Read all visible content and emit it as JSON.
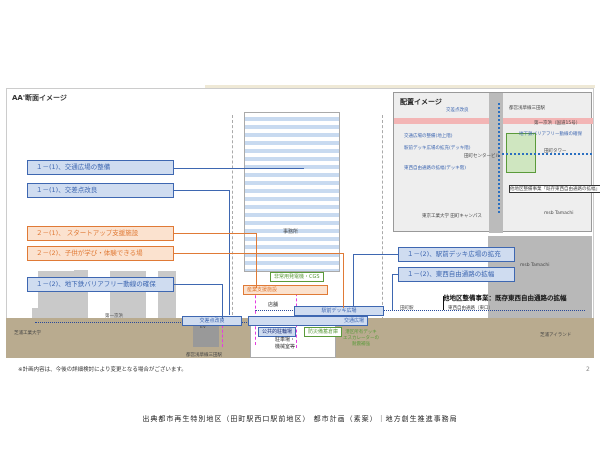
{
  "section_title": "AA'断面イメージ",
  "left_labels": [
    {
      "text": "１－(1)、交通広場の整備",
      "kind": "blue"
    },
    {
      "text": "１－(1)、交差点改良",
      "kind": "blue"
    },
    {
      "text": "２－(1)、 スタートアップ支援施設",
      "kind": "orange"
    },
    {
      "text": "２－(2)、子供が学び・体験できる場",
      "kind": "orange"
    },
    {
      "text": "１－(2)、地下鉄バリアフリー動線の確保",
      "kind": "blue"
    }
  ],
  "right_labels": [
    {
      "text": "１－(2)、駅前デッキ広場の拡充"
    },
    {
      "text": "１－(2)、東西自由通路の拡幅"
    }
  ],
  "other_project": "他地区整備事業：既存東西自由通路の拡幅",
  "diagram_tags": {
    "office": "事務所",
    "cgs": "非常用発電機・CGS",
    "industry": "産業支援施設",
    "shop": "店舗",
    "deck": "駅前デッキ広場",
    "traffic": "交通広場",
    "intersection": "交差点改良",
    "bike": "公共的駐輪場",
    "storage": "防災備蓄倉庫",
    "parking": "駐車場・\n機械室等",
    "escalator": "港区所有デッキ\nエスカレーターの\n耐震補強",
    "ev": "EV",
    "station": "田町駅",
    "passage": "東西自由通路（東口）",
    "msb": "msb Tamachi",
    "left_street": "第一京浜",
    "subway": "都営浅草線三田駅",
    "tokyo_u": "芝浦工業大学",
    "right_end": "芝浦アイランド"
  },
  "inset": {
    "title": "配置イメージ",
    "labels": [
      "交差点改良",
      "交通広場の整備(地上階)",
      "駅前デッキ広場の拡充(デッキ階)",
      "東西自由通路の拡幅(デッキ階)",
      "地下鉄バリアフリー動線の確保",
      "都営浅草線三田駅",
      "第一京浜（国道15号）",
      "田町タワー",
      "田町センタービル",
      "他地区整備事業「既存東西自由通路の拡幅」",
      "東京工業大学 田町キャンパス",
      "msb Tamachi"
    ]
  },
  "note": "※計画内容は、今後の詳細検討により変更となる場合がございます。",
  "page_number": "2",
  "footer": "出典都市再生特別地区（田町駅西口駅前地区） 都市計画（素案）｜地方創生推進事務局",
  "colors": {
    "blue": "#3e67b1",
    "orange": "#e07a36",
    "green": "#5a9a3a",
    "magenta": "#e43be0",
    "ground": "#b9ab8f"
  }
}
